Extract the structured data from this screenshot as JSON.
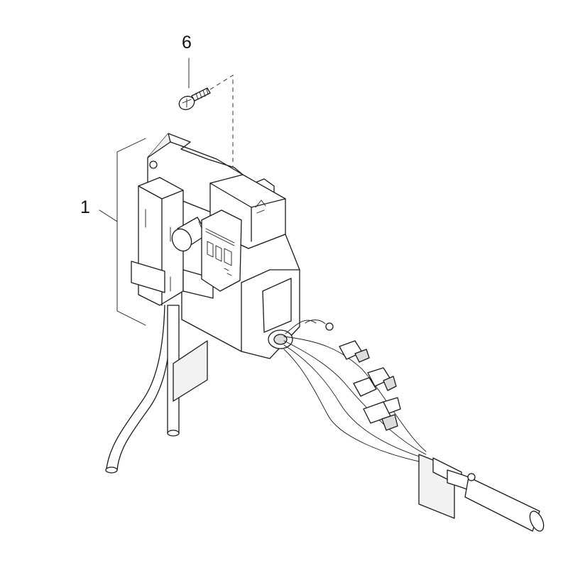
{
  "callouts": [
    {
      "id": "screw",
      "label": "6"
    },
    {
      "id": "assembly",
      "label": "1"
    }
  ]
}
